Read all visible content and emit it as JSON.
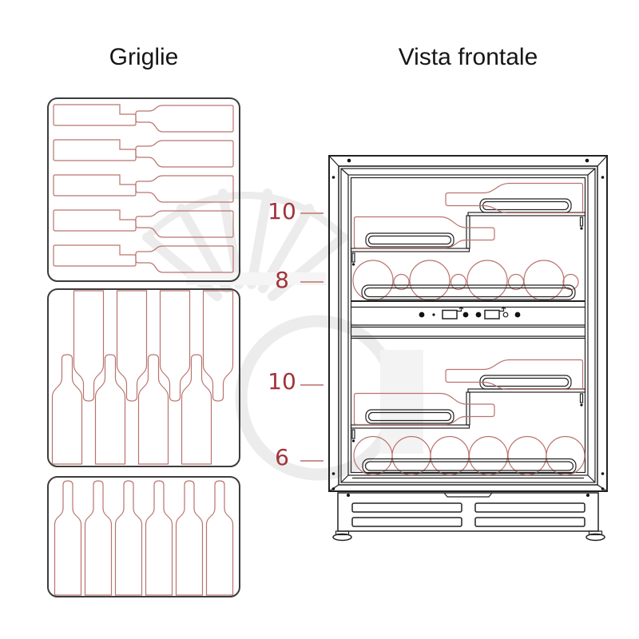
{
  "titles": {
    "left": "Griglie",
    "right": "Vista frontale"
  },
  "capacity_labels": [
    {
      "value": "10"
    },
    {
      "value": "8"
    },
    {
      "value": "10"
    },
    {
      "value": "6"
    }
  ],
  "grids": {
    "horizontal_grid_rows": 5,
    "horizontal_grid_bottles_per_row": 2,
    "alternating_grid_bottles": 8,
    "standing_grid_bottles": 6
  },
  "front_view": {
    "upper_shelf_lying_bottles": 2,
    "upper_standing_row_large_circles": 4,
    "upper_standing_row_small_circles": 4,
    "lower_shelf_lying_bottles": 2,
    "lower_standing_row_circles": 6,
    "control_panel_icons": [
      "power-dot-icon",
      "small-dot-icon",
      "display-icon",
      "button-dot-icon",
      "button-dot-icon",
      "display-icon",
      "open-dot-icon",
      "button-dot-icon"
    ],
    "vent_slots": 4,
    "feet": 2
  },
  "colors": {
    "bottle_outline_red": "#b9736e",
    "label_red": "#a1343a",
    "dash_red": "#cb928e",
    "line_black": "#222222",
    "grid_border_gray": "#3c3c3c",
    "watermark_gray": "#ececec"
  }
}
